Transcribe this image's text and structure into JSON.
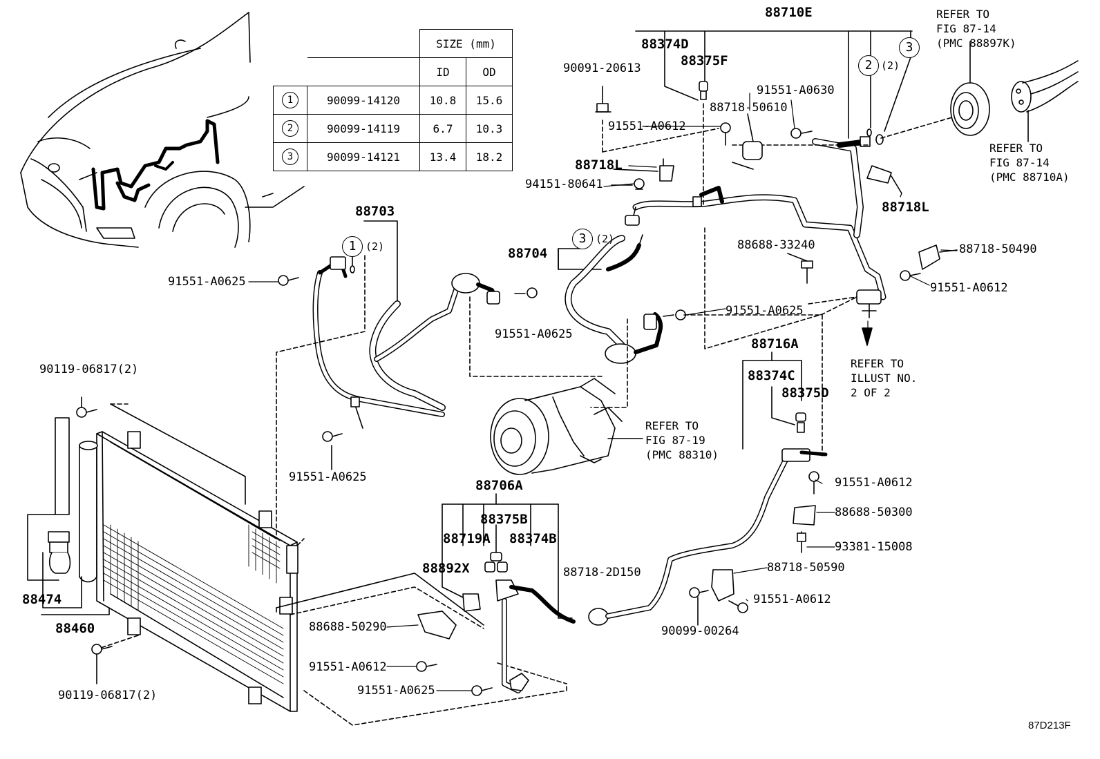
{
  "size_table": {
    "header": "SIZE (mm)",
    "col_id": "ID",
    "col_od": "OD",
    "rows": [
      {
        "num": "1",
        "part": "90099-14120",
        "id": "10.8",
        "od": "15.6"
      },
      {
        "num": "2",
        "part": "90099-14119",
        "id": "6.7",
        "od": "10.3"
      },
      {
        "num": "3",
        "part": "90099-14121",
        "id": "13.4",
        "od": "18.2"
      }
    ]
  },
  "labels": {
    "p88710E": "88710E",
    "p88374D": "88374D",
    "p88375F": "88375F",
    "p90091": "90091-20613",
    "p91551_a0630": "91551-A0630",
    "p88718_50610": "88718-50610",
    "p91551_a0612_top": "91551-A0612",
    "p88718L_left": "88718L",
    "p94151": "94151-80641",
    "p88718L_right": "88718L",
    "p88703": "88703",
    "p88704": "88704",
    "p88688_33240": "88688-33240",
    "p88718_50490": "88718-50490",
    "p91551_a0612_r1": "91551-A0612",
    "p91551_a0625_l": "91551-A0625",
    "p91551_a0625_c": "91551-A0625",
    "p91551_a0625_r": "91551-A0625",
    "p90119_top": "90119-06817(2)",
    "p88716A": "88716A",
    "p88374C": "88374C",
    "p88375D": "88375D",
    "p91551_a0625_cl": "91551-A0625",
    "p88706A": "88706A",
    "p88375B": "88375B",
    "p88719A": "88719A",
    "p88374B": "88374B",
    "p88892X": "88892X",
    "p88718_2d150": "88718-2D150",
    "p91551_a0612_r2": "91551-A0612",
    "p88688_50300": "88688-50300",
    "p93381": "93381-15008",
    "p88718_50590": "88718-50590",
    "p91551_a0612_r3": "91551-A0612",
    "p90099_00264": "90099-00264",
    "p88474": "88474",
    "p88460": "88460",
    "p88688_50290": "88688-50290",
    "p91551_a0612_b": "91551-A0612",
    "p91551_a0625_b": "91551-A0625",
    "p90119_bot": "90119-06817(2)",
    "cnt2": "(2)",
    "cnt3": "(2)",
    "cnt1": "(2)",
    "fig_code": "87D213F"
  },
  "circle_marks": {
    "c1": "1",
    "c2": "2",
    "c3": "3",
    "c3b": "3"
  },
  "refs": {
    "ref_pmc88897k": "REFER TO\nFIG 87-14\n(PMC 88897K)",
    "ref_pmc88710a": "REFER TO\nFIG 87-14\n(PMC 88710A)",
    "ref_illust": "REFER TO\nILLUST NO.\n2 OF 2",
    "ref_pmc88310": "REFER TO\nFIG 87-19\n(PMC 88310)"
  }
}
